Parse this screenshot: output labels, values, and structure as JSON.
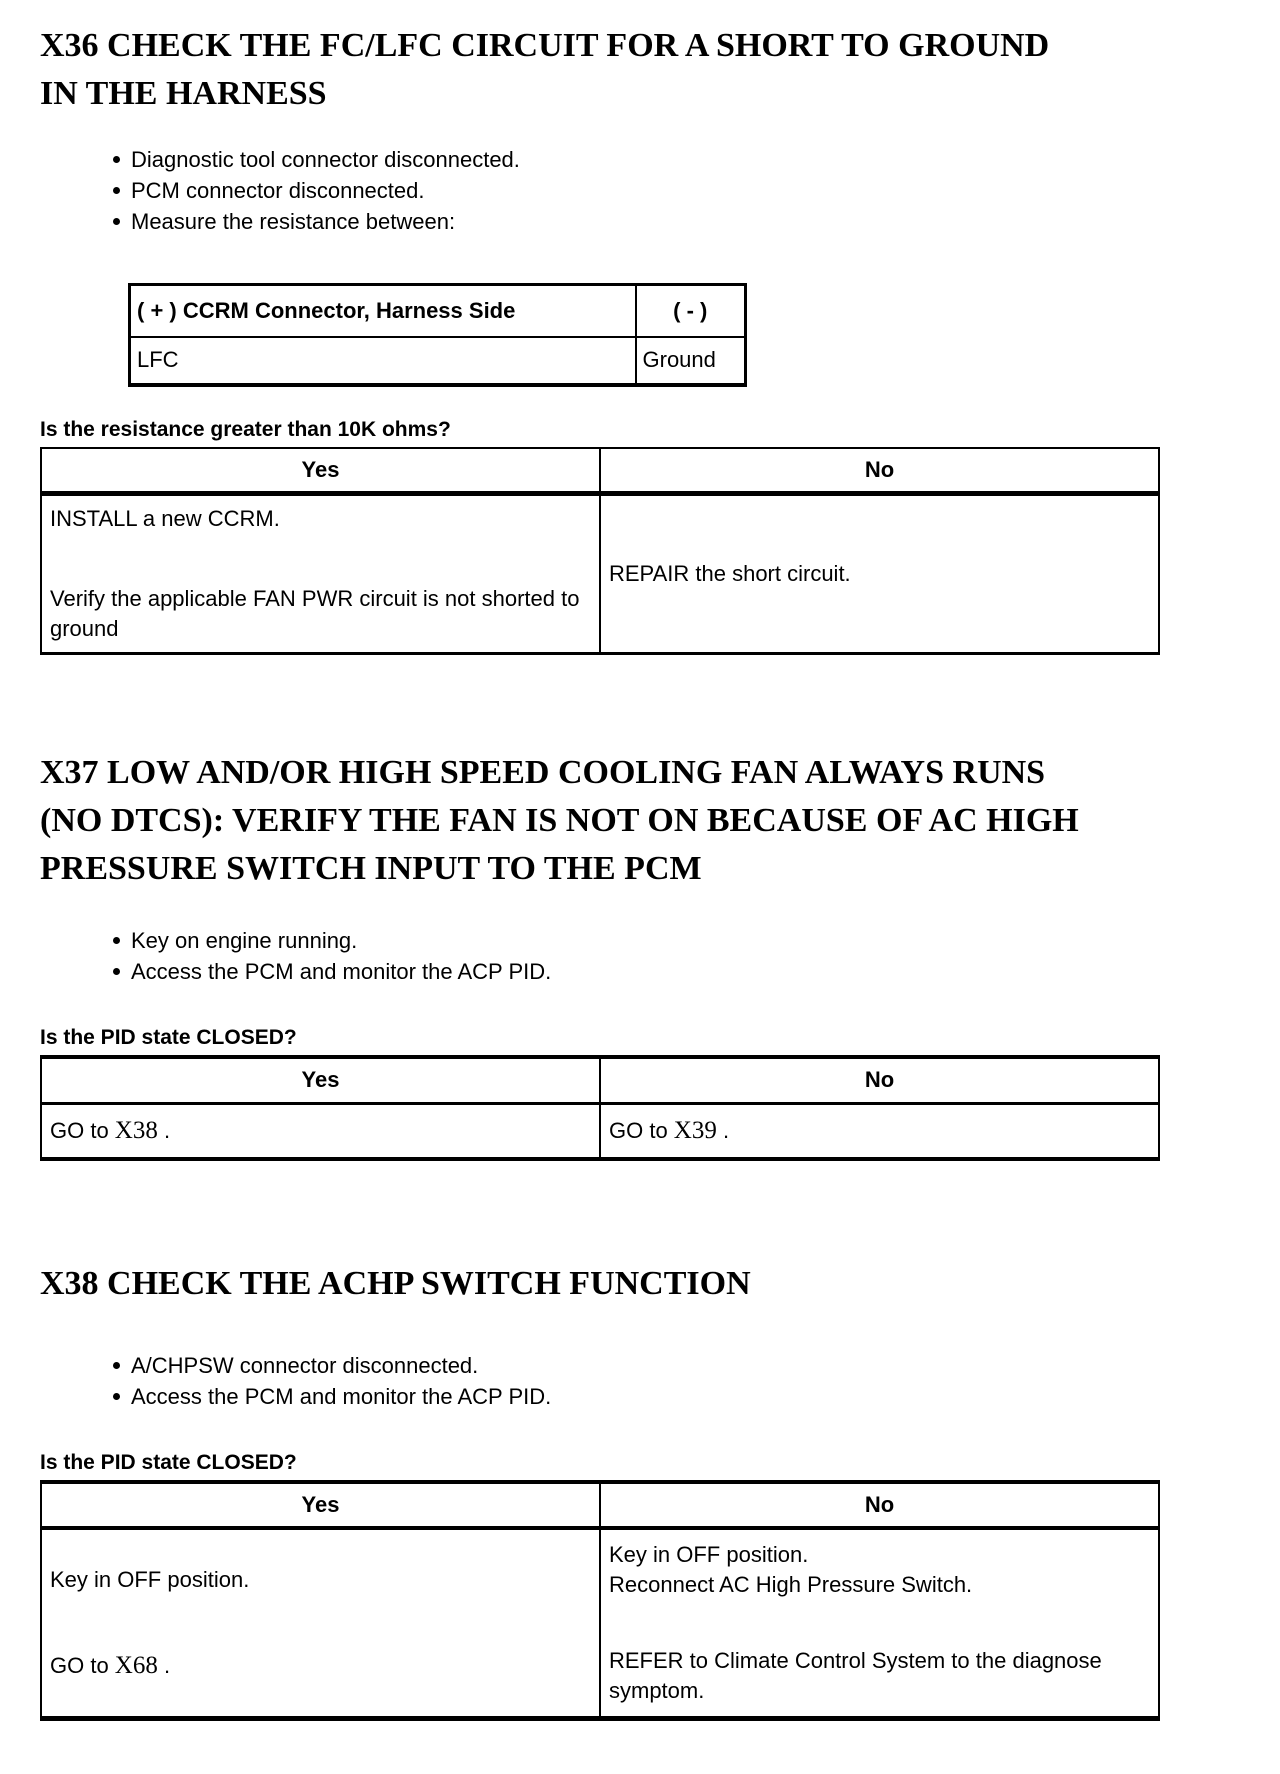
{
  "page": {
    "background": "#ffffff",
    "text_color": "#000000",
    "border_color": "#000000"
  },
  "sections": [
    {
      "id": "X36",
      "heading_lines": {
        "l1": "X36 CHECK THE FC/LFC CIRCUIT FOR A SHORT TO GROUND",
        "l2": "IN THE HARNESS"
      },
      "bullets": {
        "b1": "Diagnostic tool connector disconnected.",
        "b2": "PCM connector disconnected.",
        "b3": "Measure the resistance between:"
      },
      "spec_table": {
        "col1_header": "( + ) CCRM Connector, Harness Side",
        "col2_header": "( - )",
        "row1_col1": "LFC",
        "row1_col2": "Ground"
      },
      "question": "Is the resistance greater than 10K ohms?",
      "decision": {
        "yes_header": "Yes",
        "no_header": "No",
        "yes_p1": "INSTALL a new CCRM.",
        "yes_p2": "Verify the applicable FAN PWR circuit is not shorted to ground",
        "no_p1": "REPAIR the short circuit."
      }
    },
    {
      "id": "X37",
      "heading_lines": {
        "l1": "X37 LOW AND/OR HIGH SPEED COOLING FAN ALWAYS RUNS",
        "l2": "(NO DTCS): VERIFY THE FAN IS NOT ON BECAUSE OF AC HIGH",
        "l3": "PRESSURE SWITCH INPUT TO THE PCM"
      },
      "bullets": {
        "b1": "Key on engine running.",
        "b2": "Access the PCM and monitor the ACP PID."
      },
      "question": "Is the PID state CLOSED?",
      "decision": {
        "yes_header": "Yes",
        "no_header": "No",
        "yes_prefix": "GO to ",
        "yes_link": "X38",
        "yes_suffix": " .",
        "no_prefix": "GO to ",
        "no_link": "X39",
        "no_suffix": " ."
      }
    },
    {
      "id": "X38",
      "heading_lines": {
        "l1": "X38 CHECK THE ACHP SWITCH FUNCTION"
      },
      "bullets": {
        "b1": "A/CHPSW connector disconnected.",
        "b2": "Access the PCM and monitor the ACP PID."
      },
      "question": "Is the PID state CLOSED?",
      "decision": {
        "yes_header": "Yes",
        "no_header": "No",
        "yes_p1": "Key in OFF position.",
        "yes_p2_prefix": "GO to ",
        "yes_p2_link": "X68",
        "yes_p2_suffix": " .",
        "no_p1_line1": "Key in OFF position.",
        "no_p1_line2": "Reconnect AC High Pressure Switch.",
        "no_p2": "REFER to Climate Control System to the diagnose symptom."
      }
    }
  ]
}
